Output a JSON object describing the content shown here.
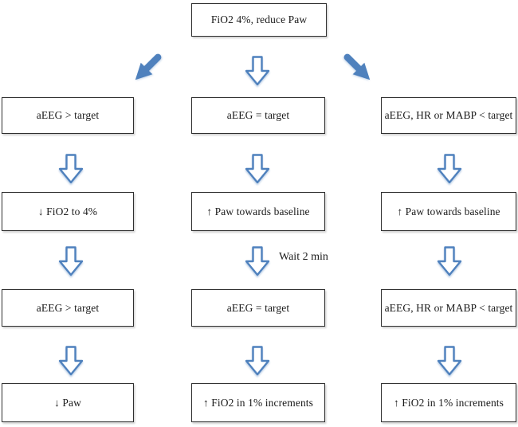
{
  "flowchart": {
    "start_box": "FiO2 4%, reduce Paw",
    "wait_annotation": "Wait 2 min",
    "columns": [
      {
        "name": "left",
        "boxes": [
          "aEEG > target",
          "↓ FiO2 to 4%",
          "aEEG > target",
          "↓ Paw"
        ]
      },
      {
        "name": "middle",
        "boxes": [
          "aEEG = target",
          "↑ Paw towards baseline",
          "aEEG = target",
          "↑ FiO2 in 1% increments"
        ]
      },
      {
        "name": "right",
        "boxes": [
          "aEEG, HR or MABP < target",
          "↑ Paw towards baseline",
          "aEEG, HR or MABP < target",
          "↑ FiO2 in 1% increments"
        ]
      }
    ],
    "icons": {
      "down_block_arrow": "down-block-arrow-icon",
      "diagonal_left_arrow": "arrow-down-left-icon",
      "diagonal_right_arrow": "arrow-down-right-icon"
    }
  },
  "colors": {
    "arrow_blue": "#4f81bd",
    "box_border": "#2f2f2f",
    "text": "#1a1a1a",
    "background": "#ffffff"
  }
}
